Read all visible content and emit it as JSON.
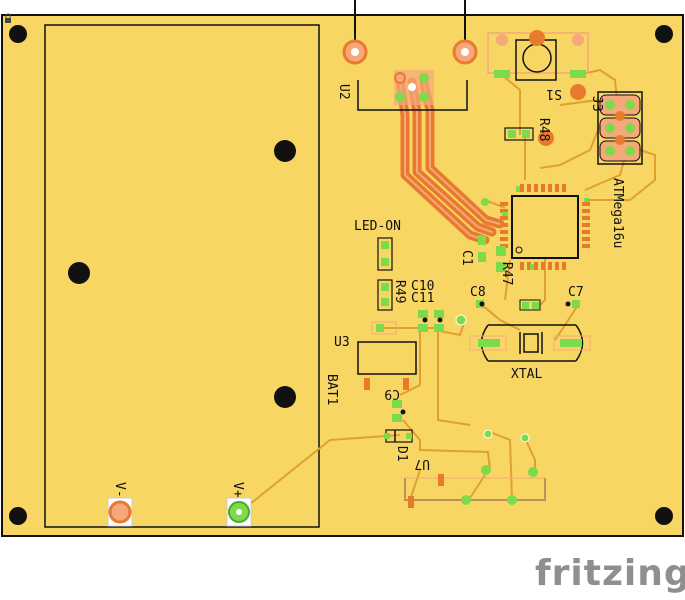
{
  "brand": "fritzing",
  "colors": {
    "board": "#F8D664",
    "board_border": "#111111",
    "trace_top": "#E87A2E",
    "trace_bottom": "#E0A030",
    "pad": "#F6A87A",
    "pad_green": "#7BDB4A",
    "via": "#111111"
  },
  "labels": {
    "u2": "U2",
    "s1": "S1",
    "j3": "J3",
    "r48": "R48",
    "atmega": "ATMega16u",
    "led_on": "LED-ON",
    "r49": "R49",
    "c10": "C10",
    "c11": "C11",
    "c1": "C1",
    "r47": "R47",
    "c8": "C8",
    "c7": "C7",
    "xtal": "XTAL",
    "u3": "U3",
    "bat1": "BAT1",
    "c9": "C9",
    "d1": "D1",
    "u7": "U7",
    "v_minus": "V-",
    "v_plus": "V+"
  }
}
